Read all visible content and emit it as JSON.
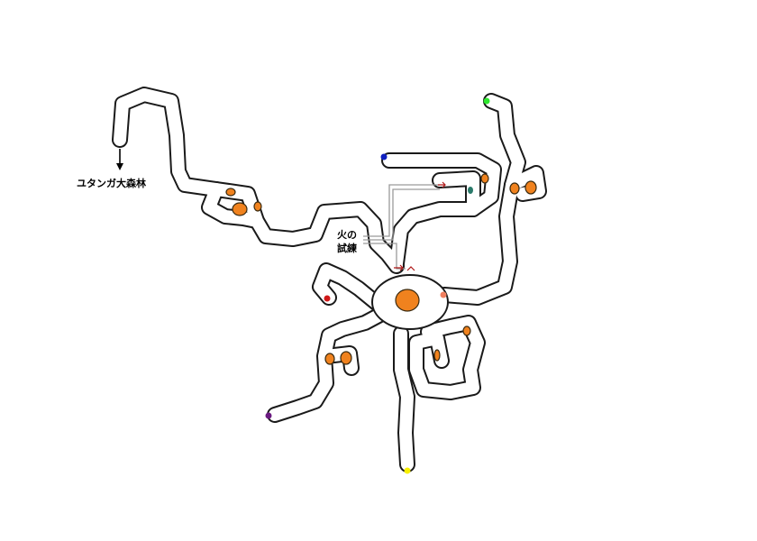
{
  "labels": {
    "forest_exit": "ユタンガ大森林",
    "fire_trial_line1": "火の",
    "fire_trial_line2": "試練"
  },
  "colors": {
    "rock": "#f0821e",
    "marker_green": "#2ee82e",
    "marker_blue": "#1020c0",
    "marker_red": "#d01818",
    "marker_salmon": "#f08060",
    "marker_purple": "#6a1a80",
    "marker_yellow": "#f8f000",
    "marker_teal": "#2a7a6a"
  },
  "icons": {
    "exit_arrow": "down-arrow-icon",
    "warp": "arrow-icon"
  }
}
